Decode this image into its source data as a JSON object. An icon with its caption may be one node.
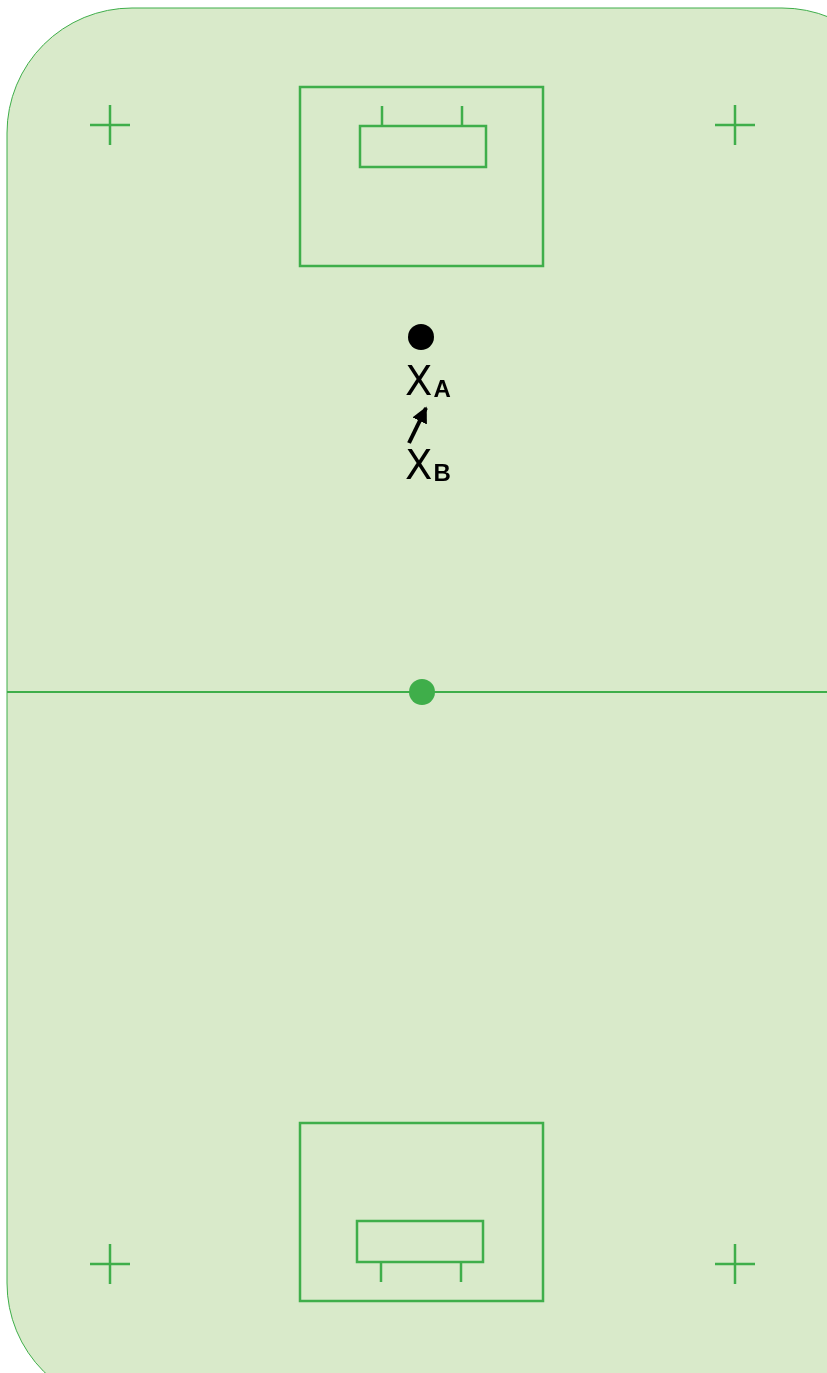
{
  "diagram": {
    "nodes": [
      {
        "text": [
          "X$_{A}$"
        ]
      },
      {
        "text": [
          "X$_{B}$"
        ]
      }
    ],
    "edges": [
      {
        "from": 1,
        "to": 0,
        "arrow": "to"
      }
    ]
  }
}
